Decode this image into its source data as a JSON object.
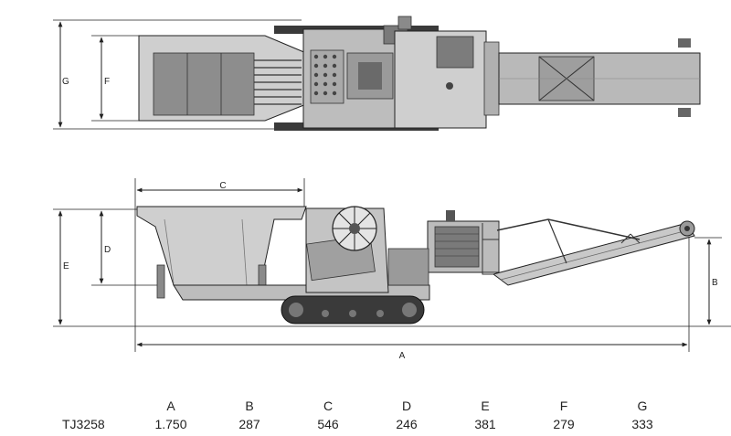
{
  "dimension_letters": {
    "top_height_outer": "G",
    "top_height_inner": "F",
    "side_hopper_length": "C",
    "side_hopper_depth": "D",
    "side_total_height": "E",
    "side_discharge_height": "B",
    "side_total_length": "A"
  },
  "colors": {
    "machine_fill": "#cfcfcf",
    "machine_dark": "#6a6a6a",
    "line": "#222222",
    "background": "#ffffff"
  },
  "table": {
    "headers": [
      "",
      "A",
      "B",
      "C",
      "D",
      "E",
      "F",
      "G"
    ],
    "rows": [
      {
        "model": "TJ3258",
        "values": [
          "1.750",
          "287",
          "546",
          "246",
          "381",
          "279",
          "333"
        ]
      }
    ]
  }
}
